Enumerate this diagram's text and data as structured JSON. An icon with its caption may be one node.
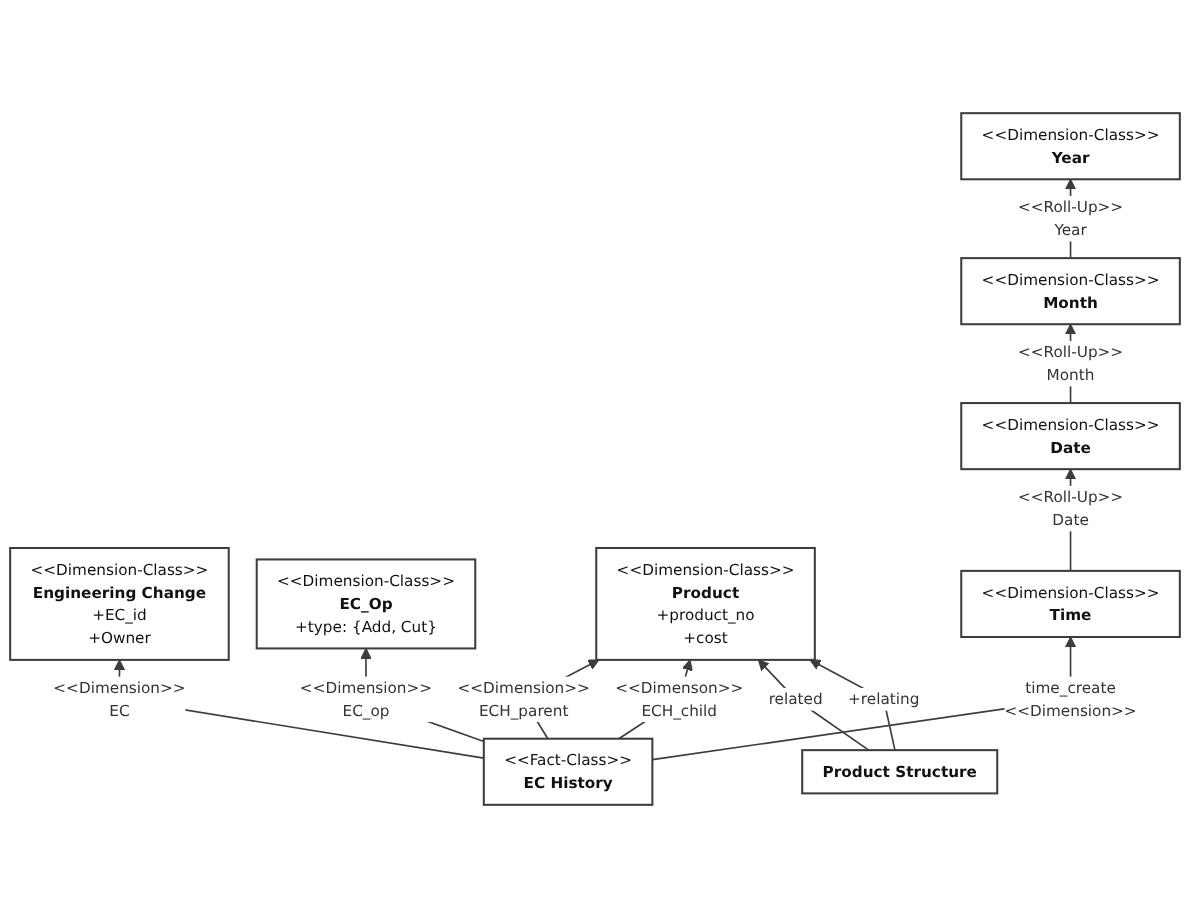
{
  "diagram": {
    "nodes": [
      {
        "text": [
          "<<Dimension-Class>>",
          "Year"
        ]
      },
      {
        "text": [
          "<<Dimension-Class>>",
          "Engineering Change",
          "+EC_id",
          "+Owner"
        ]
      },
      {
        "text": [
          "<<Dimension-Class>>",
          "Month"
        ]
      },
      {
        "text": [
          "<<Dimension-Class>>",
          "EC_Op",
          "+type: {Add, Cut}"
        ]
      },
      {
        "text": [
          "<<Dimension-Class>>",
          "Date"
        ]
      },
      {
        "text": [
          "<<Fact-Class>>",
          "EC History"
        ]
      },
      {
        "text": [
          "<<Dimension-Class>>",
          "Product",
          "+product_no",
          "+cost"
        ]
      },
      {
        "text": [
          "<<Dimension-Class>>",
          "Time"
        ]
      },
      {
        "text": [
          "Product Structure"
        ]
      }
    ],
    "edges": [
      {
        "from": 2,
        "to": 0,
        "arrow": "to",
        "label": "<<Roll-Up>> Year"
      },
      {
        "from": 4,
        "to": 2,
        "arrow": "to",
        "label": "<<Roll-Up>> Month"
      },
      {
        "from": 7,
        "to": 4,
        "arrow": "to",
        "label": "<<Roll-Up>> Date"
      },
      {
        "from": 5,
        "to": 1,
        "arrow": "to",
        "label": "<<Dimension>> EC"
      },
      {
        "from": 5,
        "to": 3,
        "arrow": "to",
        "label": "<<Dimension>> EC_op"
      },
      {
        "from": 5,
        "to": 6,
        "arrow": "to",
        "label": "<<Dimension>> ECH_parent"
      },
      {
        "from": 5,
        "to": 6,
        "arrow": "to",
        "label": "<<Dimenson>> ECH_child"
      },
      {
        "from": 5,
        "to": 7,
        "arrow": "to",
        "label": "time_create <<Dimension>>"
      },
      {
        "from": 8,
        "to": 6,
        "arrow": "to",
        "label": "related"
      },
      {
        "from": 8,
        "to": 6,
        "arrow": "to",
        "label": "+relating"
      }
    ]
  }
}
